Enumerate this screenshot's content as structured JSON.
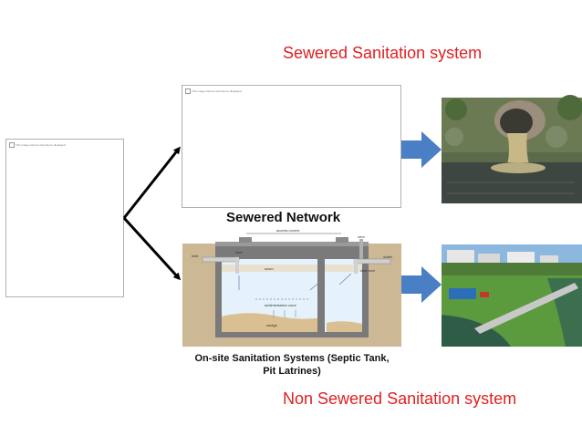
{
  "titles": {
    "sewered": "Sewered Sanitation system",
    "non_sewered": "Non Sewered Sanitation system"
  },
  "labels": {
    "sewered_network": "Sewered Network",
    "onsite_line1": "On-site Sanitation Systems (Septic Tank,",
    "onsite_line2": "Pit Latrines)"
  },
  "placeholders": {
    "left_image": "This image cannot currently be displayed.",
    "top_image": "This image cannot currently be displayed."
  },
  "septic_tank": {
    "access_covers": "access covers",
    "vent": "vent",
    "inlet": "inlet",
    "outlet": "outlet",
    "scum": "scum",
    "clear_zone": "clear zone",
    "riser": "riser",
    "sedimentation_zone": "sedimentation zone",
    "sludge": "sludge"
  },
  "colors": {
    "title_red": "#e02020",
    "arrow_blue": "#4a7fc6",
    "arrow_black": "#000000"
  }
}
